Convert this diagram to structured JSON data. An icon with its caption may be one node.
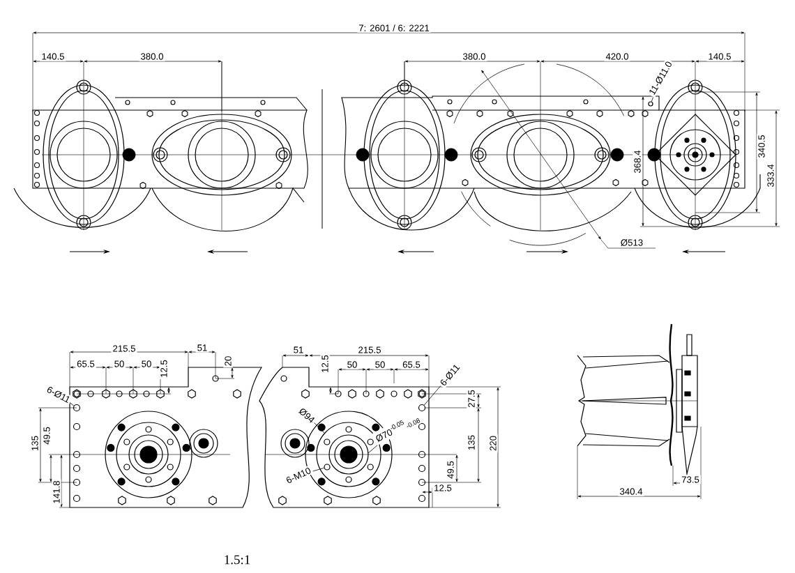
{
  "diagram": {
    "nodes": [
      {
        "text": [
          "11-Ø11.0"
        ]
      },
      {
        "text": [],
        "shape": "circle"
      },
      {
        "text": [
          "6-Ø11"
        ]
      },
      {
        "text": [],
        "shape": "circle"
      },
      {
        "text": [
          "Ø94"
        ]
      },
      {
        "text": [
          "Ø70$^{-0.05}$$_{-0.08}$"
        ]
      },
      {
        "text": [
          "6-M10"
        ]
      },
      {
        "text": [],
        "shape": "circle"
      },
      {
        "text": [
          "6-Ø11"
        ]
      },
      {
        "text": [],
        "shape": "circle"
      }
    ],
    "edges": [
      {
        "from": 0,
        "to": 1,
        "arrow": "none"
      },
      {
        "from": 2,
        "to": 3,
        "arrow": "none"
      },
      {
        "from": 4,
        "to": null,
        "arrow": "none"
      },
      {
        "from": 5,
        "to": null,
        "arrow": "none"
      },
      {
        "from": 6,
        "to": 7,
        "arrow": "none"
      },
      {
        "from": 8,
        "to": 9,
        "arrow": "none"
      }
    ],
    "labels": [
      "7: 2601 /  6: 2221",
      "140.5",
      "380.0",
      "380.0",
      "420.0",
      "140.5",
      "368.4",
      "340.5",
      "333.4",
      "Ø513",
      "215.5",
      "51",
      "65.5",
      "50",
      "50",
      "12.5",
      "20",
      "135",
      "49.5",
      "141.8",
      "51",
      "215.5",
      "12.5",
      "50",
      "50",
      "65.5",
      "27.5",
      "135",
      "220",
      "49.5",
      "12.5",
      "73.5",
      "340.4",
      "1.5:1"
    ]
  }
}
